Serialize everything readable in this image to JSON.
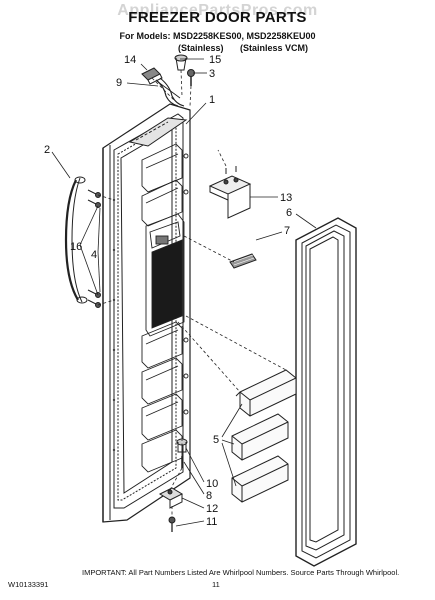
{
  "header": {
    "watermark": "AppliancePartsPros.com",
    "title": "FREEZER DOOR PARTS",
    "models": "For Models: MSD2258KES00, MSD2258KEU00",
    "variant_1": "(Stainless)",
    "variant_2": "(Stainless VCM)"
  },
  "callouts": {
    "c1": "1",
    "c2": "2",
    "c3": "3",
    "c4": "4",
    "c5": "5",
    "c6": "6",
    "c7": "7",
    "c8": "8",
    "c9": "9",
    "c10": "10",
    "c11": "11",
    "c12": "12",
    "c13": "13",
    "c14": "14",
    "c15": "15",
    "c16": "16"
  },
  "footer": {
    "note": "IMPORTANT: All Part Numbers Listed Are Whirlpool Numbers. Source Parts Through Whirlpool.",
    "doc_code": "W10133391",
    "page_number": "11"
  }
}
